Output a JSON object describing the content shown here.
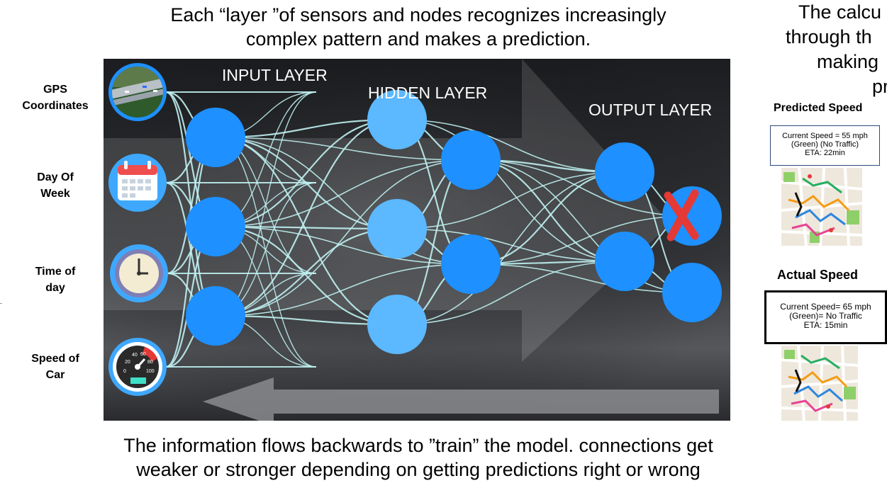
{
  "captions": {
    "top_line1": "Each “layer ”of sensors and nodes recognizes increasingly",
    "top_line2": "complex pattern and makes a prediction.",
    "bottom_line1": "The information flows backwards to ”train” the model. connections get",
    "bottom_line2": "weaker or stronger depending on getting predictions right or wrong",
    "right_line1": "The calcu",
    "right_line2": "through th",
    "right_line3": "making",
    "right_line4": "pr"
  },
  "inputs": [
    {
      "line1": "GPS",
      "line2": "Coordinates",
      "icon": "aerial-highway-icon"
    },
    {
      "line1": "Day Of",
      "line2": "Week",
      "icon": "calendar-icon"
    },
    {
      "line1": "Time of",
      "line2": "day",
      "icon": "clock-icon"
    },
    {
      "line1": "Speed of",
      "line2": "Car",
      "icon": "speedometer-icon"
    }
  ],
  "layers": {
    "input": "INPUT LAYER",
    "hidden": "HIDDEN LAYER",
    "output": "OUTPUT LAYER"
  },
  "speedometer_ticks": [
    "20",
    "40",
    "60",
    "80",
    "0",
    "100"
  ],
  "predicted": {
    "title": "Predicted Speed",
    "line1": "Current Speed = 55 mph",
    "line2": "(Green) (No Traffic)",
    "line3": "ETA: 22min"
  },
  "actual": {
    "title": "Actual Speed",
    "line1": "Current Speed= 65 mph",
    "line2": "(Green)= No Traffic",
    "line3": "ETA: 15min"
  },
  "colors": {
    "node": "#1e90ff",
    "node_light": "#5cb8ff",
    "connection": "#bfeff0",
    "wrong_mark": "#e53935",
    "panel_dark": "#1b1c1e",
    "panel_mid": "#55575a"
  }
}
